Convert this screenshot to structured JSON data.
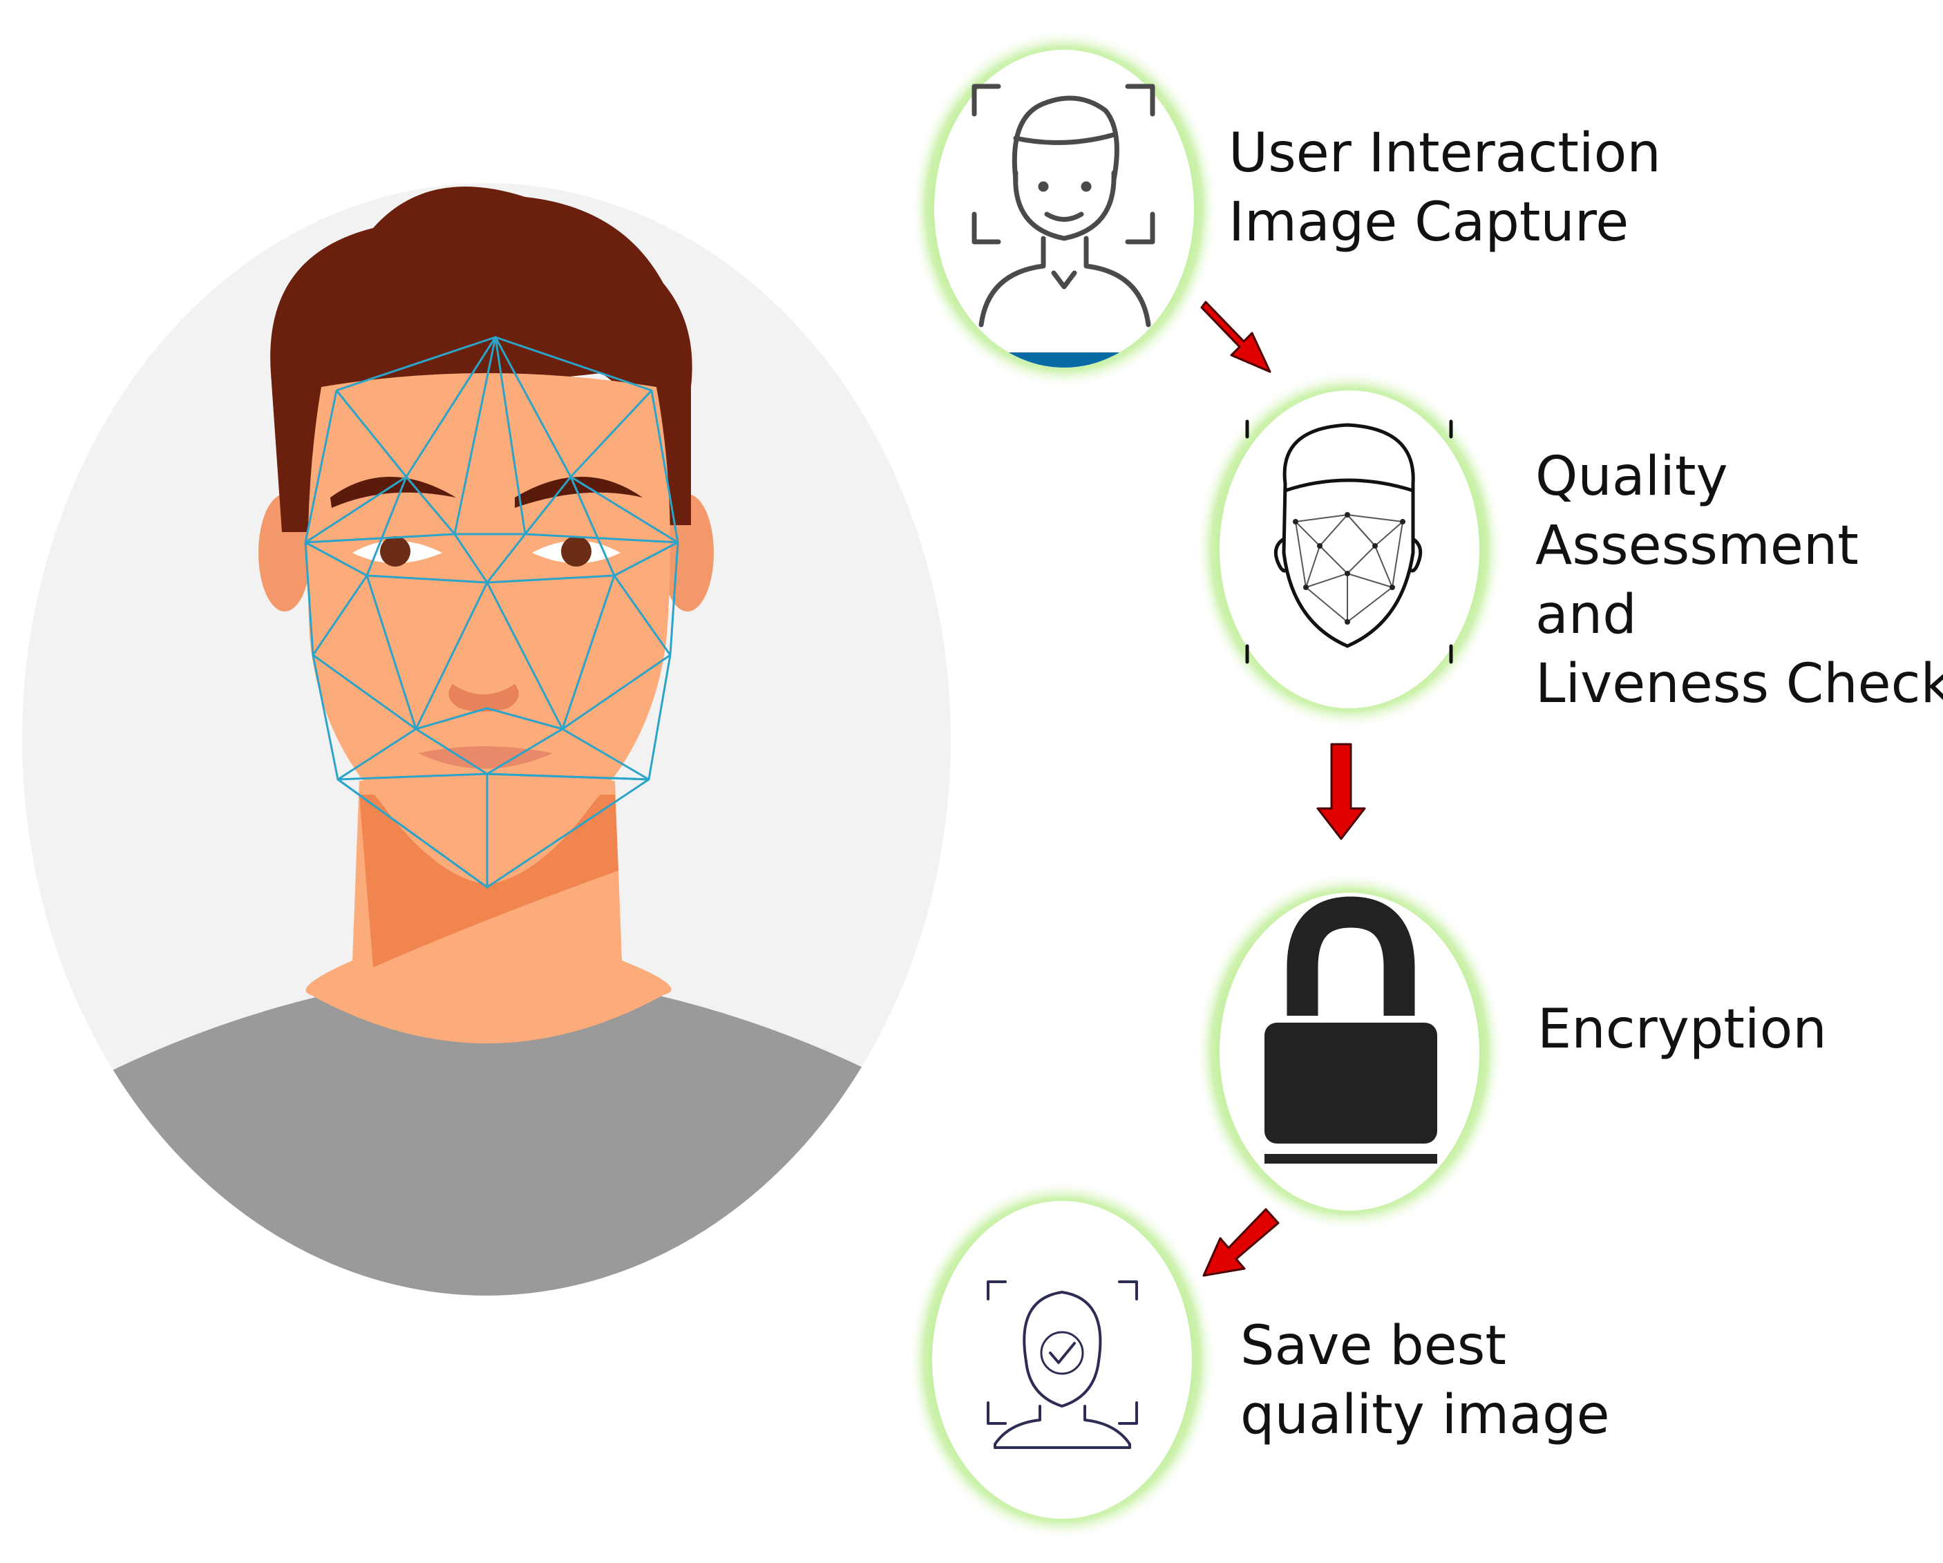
{
  "colors": {
    "background": "#ffffff",
    "portrait_circle": "#f2f2f2",
    "hair": "#6a200c",
    "skin": "#fcab7a",
    "neck_shadow": "#f0854f",
    "shirt": "#9a9a9a",
    "mesh": "#2aa4c9",
    "glow": "#b9ec8f",
    "arrow": "#e00000",
    "arrow_outline": "#4a0000",
    "lock": "#222222",
    "accent_bar": "#0a6aa6"
  },
  "steps": [
    {
      "id": "capture",
      "icon": "user-capture-icon",
      "lines": [
        "User Interaction",
        "Image Capture"
      ]
    },
    {
      "id": "quality",
      "icon": "face-mesh-icon",
      "lines": [
        "Quality",
        "Assessment",
        "and",
        "Liveness Check"
      ]
    },
    {
      "id": "encryption",
      "icon": "padlock-icon",
      "lines": [
        "Encryption"
      ]
    },
    {
      "id": "save",
      "icon": "face-verified-icon",
      "lines": [
        "Save best",
        "quality image"
      ]
    }
  ]
}
